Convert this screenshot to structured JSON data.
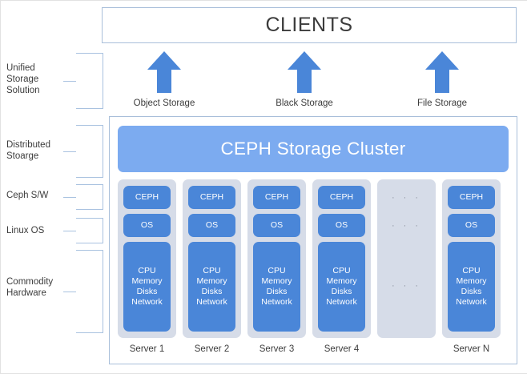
{
  "diagram": {
    "clients": {
      "title": "CLIENTS"
    },
    "access_arrows": [
      {
        "label": "Object Storage",
        "icon": "up-arrow-icon"
      },
      {
        "label": "Black Storage",
        "icon": "up-arrow-icon"
      },
      {
        "label": "File Storage",
        "icon": "up-arrow-icon"
      }
    ],
    "side_labels": [
      {
        "text": "Unified\nStorage\nSolution"
      },
      {
        "text": "Distributed\nStoarge"
      },
      {
        "text": "Ceph S/W"
      },
      {
        "text": "Linux OS"
      },
      {
        "text": "Commodity\nHardware"
      }
    ],
    "cluster": {
      "title": "CEPH Storage Cluster"
    },
    "servers": [
      {
        "label": "Server 1",
        "ellipsis": false,
        "ceph": "CEPH",
        "os": "OS",
        "hardware": [
          "CPU",
          "Memory",
          "Disks",
          "Network"
        ]
      },
      {
        "label": "Server 2",
        "ellipsis": false,
        "ceph": "CEPH",
        "os": "OS",
        "hardware": [
          "CPU",
          "Memory",
          "Disks",
          "Network"
        ]
      },
      {
        "label": "Server 3",
        "ellipsis": false,
        "ceph": "CEPH",
        "os": "OS",
        "hardware": [
          "CPU",
          "Memory",
          "Disks",
          "Network"
        ]
      },
      {
        "label": "Server 4",
        "ellipsis": false,
        "ceph": "CEPH",
        "os": "OS",
        "hardware": [
          "CPU",
          "Memory",
          "Disks",
          "Network"
        ]
      },
      {
        "label": "",
        "ellipsis": true,
        "dots": "· · ·"
      },
      {
        "label": "Server N",
        "ellipsis": false,
        "ceph": "CEPH",
        "os": "OS",
        "hardware": [
          "CPU",
          "Memory",
          "Disks",
          "Network"
        ]
      }
    ],
    "colors": {
      "accent_dark_blue": "#4a86d8",
      "accent_light_blue": "#7cabf0",
      "column_gray": "#d6dce8",
      "border_blue": "#a9bfda",
      "bracket_blue": "#a9c2e0",
      "text": "#3c3c3c"
    }
  }
}
